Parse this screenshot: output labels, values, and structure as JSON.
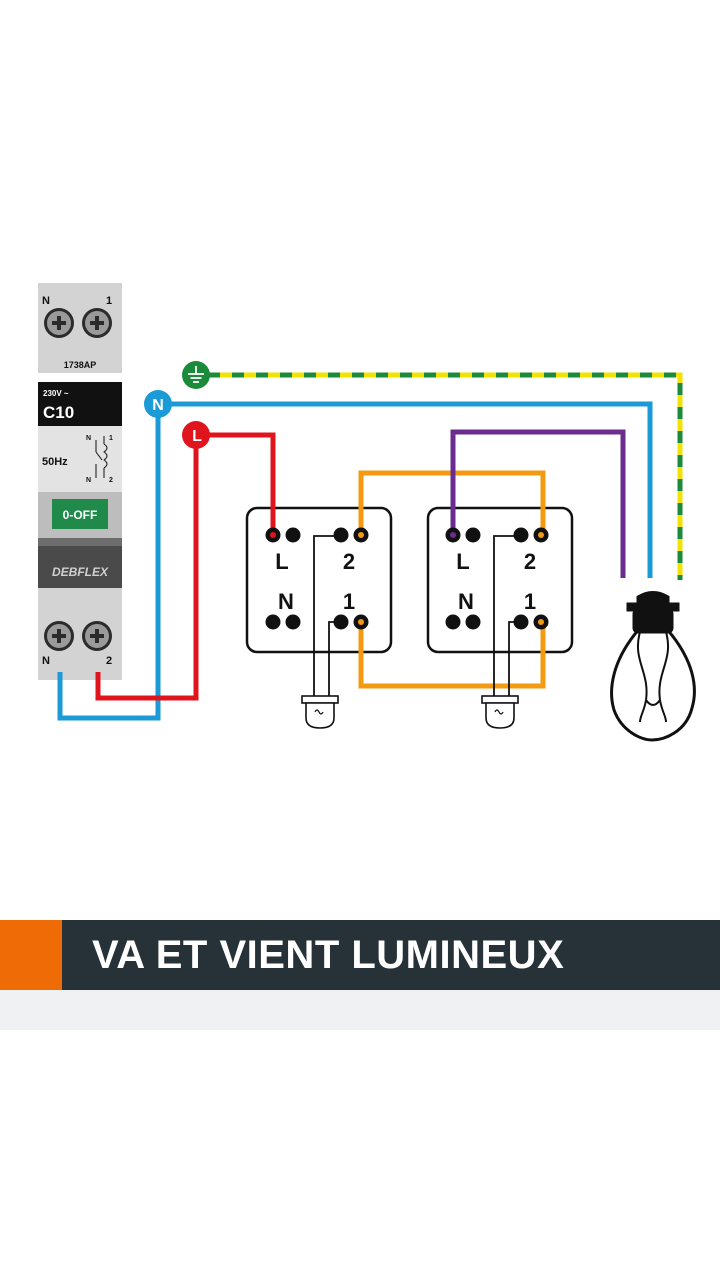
{
  "breaker": {
    "top_left_terminal": "N",
    "top_right_terminal": "1",
    "model": "1738AP",
    "voltage": "230V ~",
    "rating": "C10",
    "frequency": "50Hz",
    "symbol_n_top": "N",
    "symbol_1_top": "1",
    "symbol_n_bottom": "N",
    "symbol_2_bottom": "2",
    "switch_label": "0-OFF",
    "brand": "DEBFLEX",
    "bottom_left_terminal": "N",
    "bottom_right_terminal": "2"
  },
  "wire_markers": {
    "earth": "⏚",
    "neutral": "N",
    "live": "L"
  },
  "switches": [
    {
      "l": "L",
      "t2": "2",
      "n": "N",
      "t1": "1"
    },
    {
      "l": "L",
      "t2": "2",
      "n": "N",
      "t1": "1"
    }
  ],
  "colors": {
    "live": "#e0141c",
    "neutral": "#1a9ad6",
    "earth_green": "#1b8a3a",
    "earth_yellow": "#f2e200",
    "traveler": "#f39a11",
    "lamp_return": "#6a2d8f",
    "banner_bg": "#263238",
    "banner_accent": "#ee6b06"
  },
  "banner": {
    "title": "VA ET VIENT LUMINEUX"
  }
}
